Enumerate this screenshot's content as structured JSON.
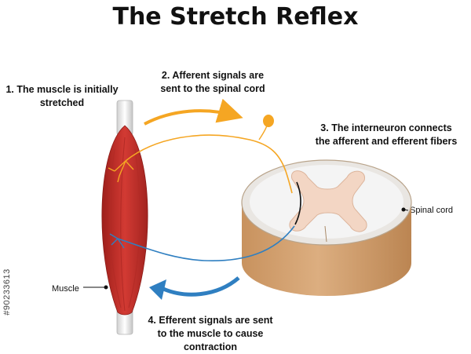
{
  "title": "The Stretch Reflex",
  "steps": [
    {
      "line1": "1.  The muscle is initially",
      "line2": "stretched"
    },
    {
      "line1": "2.  Afferent signals are",
      "line2": "sent to the spinal cord"
    },
    {
      "line1": "3.  The interneuron connects",
      "line2": "the afferent and efferent fibers"
    },
    {
      "line1": "4.  Efferent signals are sent",
      "line2": "to the muscle to cause",
      "line3": "contraction"
    }
  ],
  "labels": {
    "muscle": "Muscle",
    "spinal_cord": "Spinal cord"
  },
  "stock_id": "#90233613",
  "colors": {
    "muscle": "#c8302c",
    "afferent": "#f5a623",
    "efferent": "#2f7fc1",
    "spinal_cord": "#d8a878",
    "grey_matter": "#f3d6c4"
  }
}
